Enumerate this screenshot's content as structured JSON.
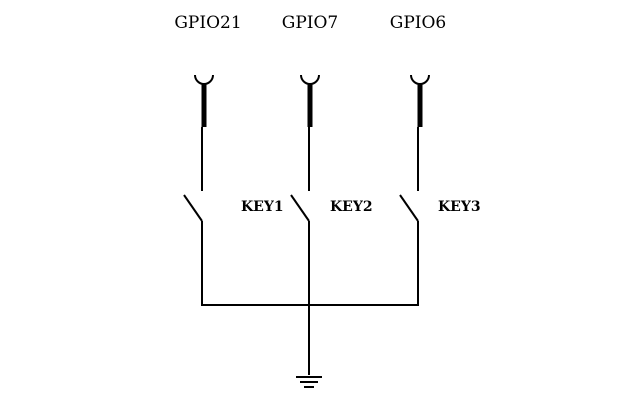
{
  "diagram": {
    "pins": [
      {
        "label": "GPIO21"
      },
      {
        "label": "GPIO7"
      },
      {
        "label": "GPIO6"
      }
    ],
    "switches": [
      {
        "label": "KEY1"
      },
      {
        "label": "KEY2"
      },
      {
        "label": "KEY3"
      }
    ],
    "ground_symbol": "ground-icon",
    "line_color": "#000000"
  }
}
